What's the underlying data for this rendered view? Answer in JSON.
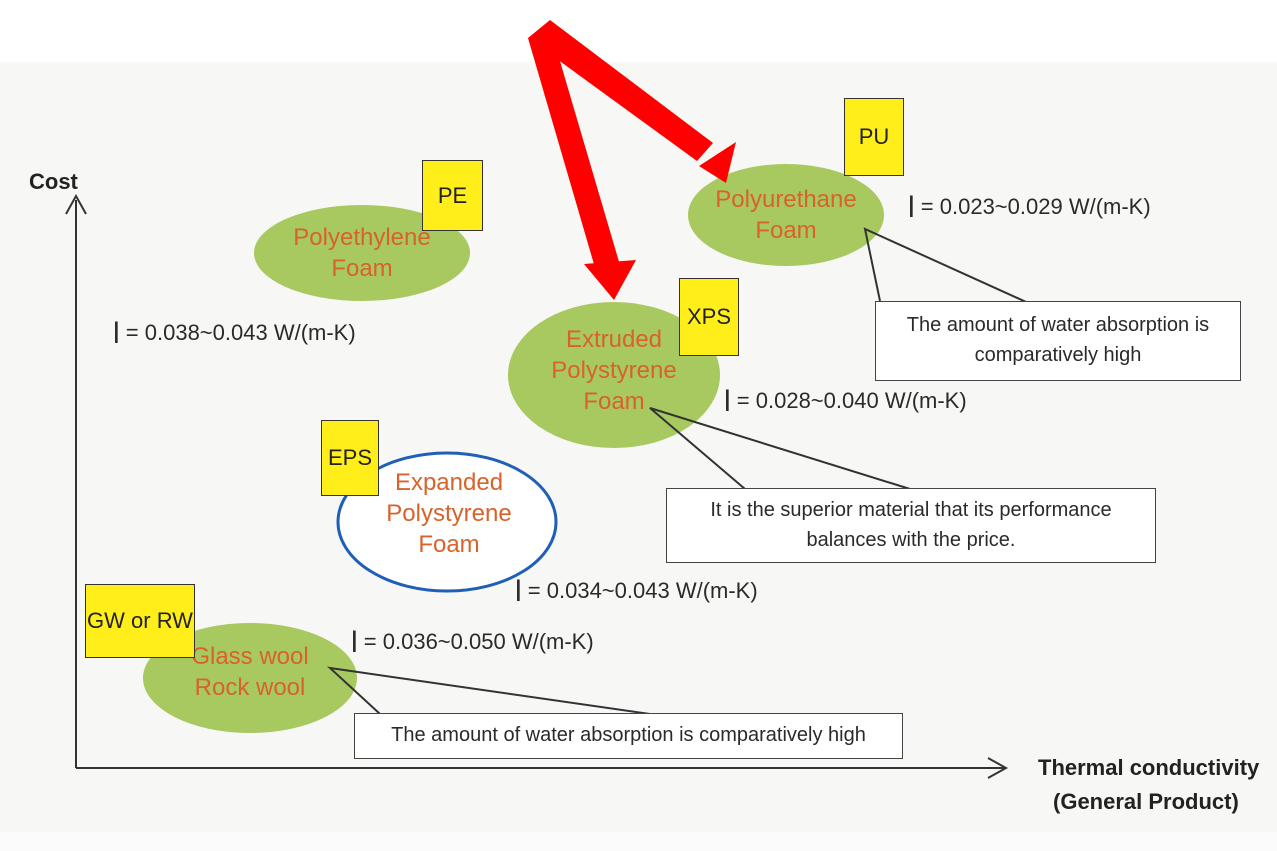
{
  "axes": {
    "y_label": "Cost",
    "x_label_line1": "Thermal conductivity",
    "x_label_line2": "(General Product)"
  },
  "materials": {
    "pe": {
      "tag": "PE",
      "name_line1": "Polyethylene",
      "name_line2": "Foam",
      "conductivity": "= 0.038~0.043 W/(m-K)"
    },
    "pu": {
      "tag": "PU",
      "name_line1": "Polyurethane",
      "name_line2": "Foam",
      "conductivity": "= 0.023~0.029 W/(m-K)",
      "note_line1": "The amount of water absorption is",
      "note_line2": "comparatively high"
    },
    "xps": {
      "tag": "XPS",
      "name_line1": "Extruded",
      "name_line2": "Polystyrene",
      "name_line3": "Foam",
      "conductivity": "= 0.028~0.040 W/(m-K)",
      "note_line1": "It is the superior material that its performance",
      "note_line2": "balances with the price."
    },
    "eps": {
      "tag": "EPS",
      "name_line1": "Expanded",
      "name_line2": "Polystyrene",
      "name_line3": "Foam",
      "conductivity": "= 0.034~0.043 W/(m-K)"
    },
    "gw": {
      "tag": "GW or RW",
      "name_line1": "Glass wool",
      "name_line2": "Rock wool",
      "conductivity": "= 0.036~0.050 W/(m-K)",
      "note": "The amount of water absorption is comparatively high"
    }
  },
  "colors": {
    "oval_fill": "#a7c95f",
    "eps_outline": "#1f5fb8",
    "tag_fill": "#ffee1a",
    "material_text": "#d9622b",
    "arrow": "#ff0000"
  }
}
